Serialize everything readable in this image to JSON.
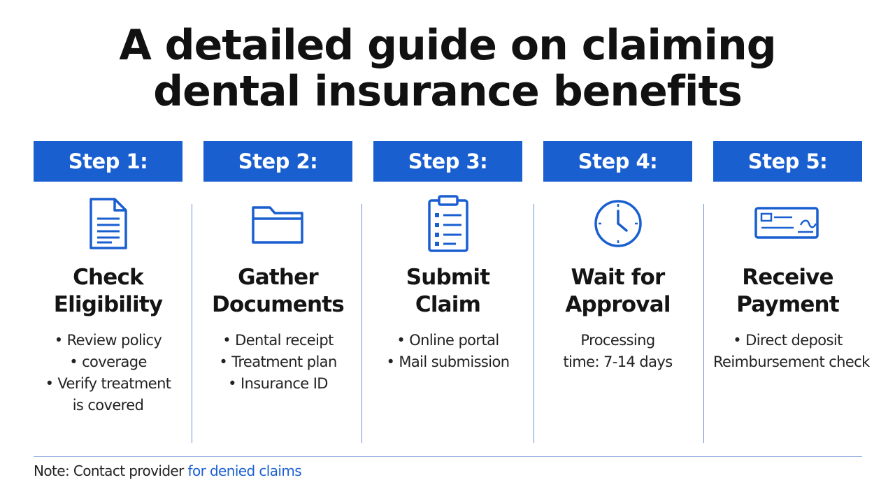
{
  "title": {
    "line1": "A detailed guide on claiming",
    "line2": "dental insurance benefits"
  },
  "colors": {
    "accent": "#1a5fd0",
    "text": "#141414",
    "divider": "#6f93d4"
  },
  "steps": [
    {
      "header": "Step 1:",
      "icon": "document-icon",
      "name_line1": "Check",
      "name_line2": "Eligibility",
      "details": [
        "• Review policy",
        "• coverage",
        "• Verify treatment",
        "is covered"
      ]
    },
    {
      "header": "Step 2:",
      "icon": "folder-icon",
      "name_line1": "Gather",
      "name_line2": "Documents",
      "details": [
        "• Dental receipt",
        "• Treatment plan",
        "• Insurance ID"
      ]
    },
    {
      "header": "Step 3:",
      "icon": "clipboard-icon",
      "name_line1": "Submit",
      "name_line2": "Claim",
      "details": [
        "• Online portal",
        "• Mail submission"
      ]
    },
    {
      "header": "Step 4:",
      "icon": "clock-icon",
      "name_line1": "Wait for",
      "name_line2": "Approval",
      "details": [
        "Processing",
        "time: 7-14 days"
      ]
    },
    {
      "header": "Step 5:",
      "icon": "check-payment-icon",
      "name_line1": "Receive",
      "name_line2": "Payment",
      "details": [
        "• Direct deposit",
        "Reimbursement check"
      ]
    }
  ],
  "note": {
    "prefix": "Note: Contact provider ",
    "accent": "for denied claims"
  }
}
